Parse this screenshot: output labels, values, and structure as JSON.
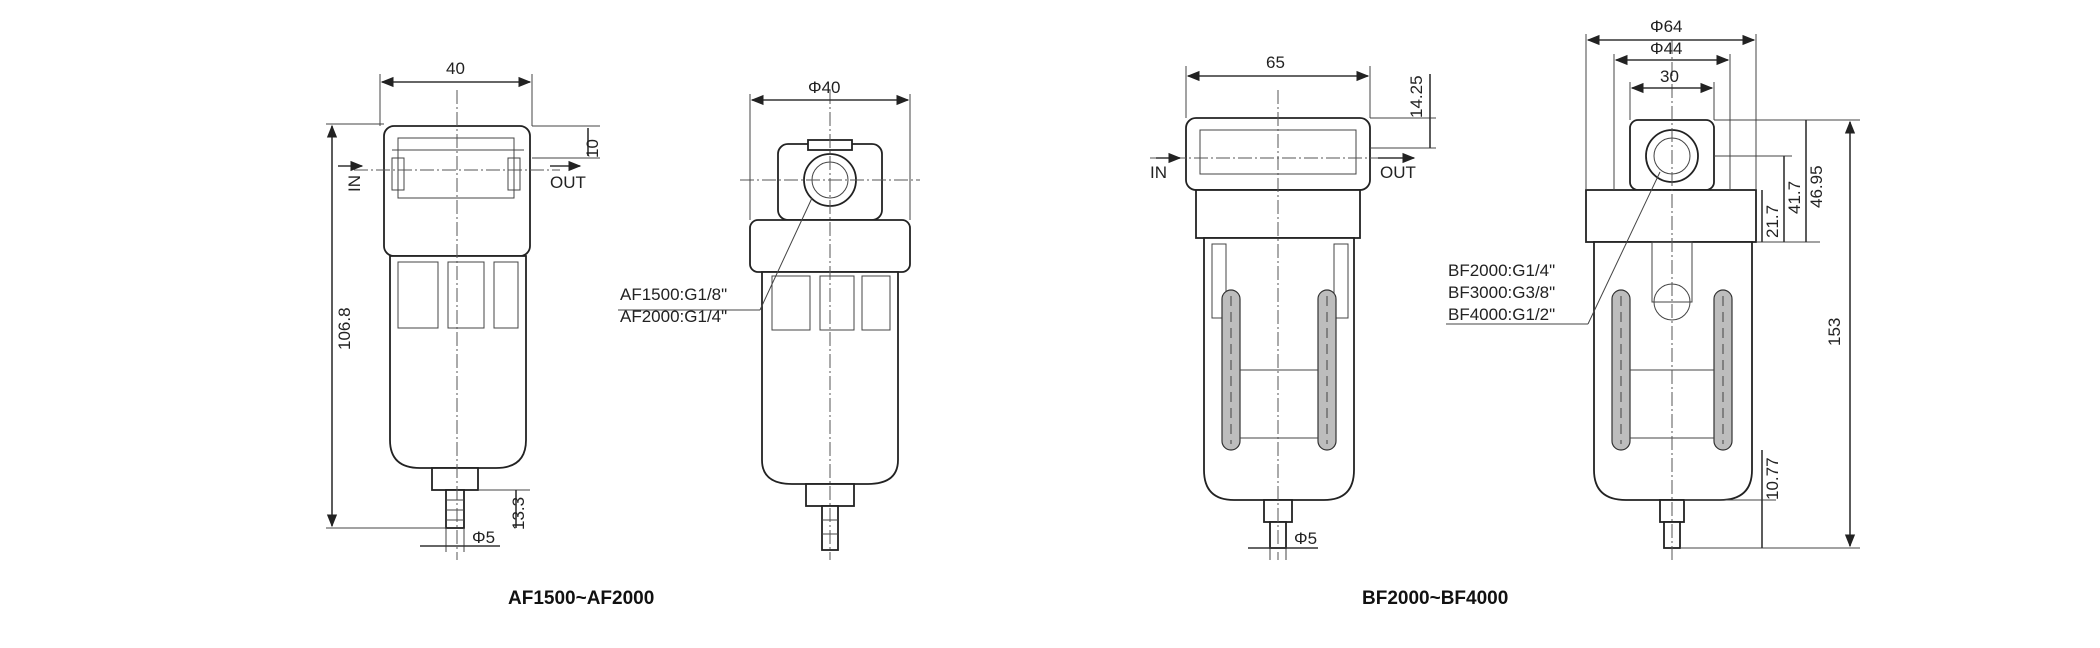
{
  "models": [
    {
      "caption": "AF1500~AF2000",
      "front": {
        "width_dim": "40",
        "top_dim": "10",
        "height_dim": "106.8",
        "bottom_dim": "13.3",
        "port_dim": "Φ5",
        "in_label": "IN",
        "out_label": "OUT"
      },
      "side": {
        "diameter_dim": "Φ40",
        "threads": [
          "AF1500:G1/8\"",
          "AF2000:G1/4\""
        ]
      }
    },
    {
      "caption": "BF2000~BF4000",
      "front": {
        "width_dim": "65",
        "top_dim": "14.25",
        "port_dim": "Φ5",
        "in_label": "IN",
        "out_label": "OUT"
      },
      "side": {
        "diameter_dims": [
          "Φ64",
          "Φ44",
          "30"
        ],
        "height_dims": [
          "46.95",
          "41.7",
          "21.7",
          "153",
          "10.77"
        ],
        "threads": [
          "BF2000:G1/4\"",
          "BF3000:G3/8\"",
          "BF4000:G1/2\""
        ]
      }
    }
  ]
}
